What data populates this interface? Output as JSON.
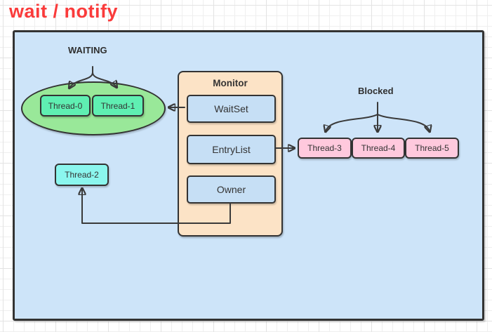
{
  "title": {
    "text": "wait / notify",
    "color": "#fa3b3b"
  },
  "board": {
    "background": "#cde4f9",
    "border_color": "#333333"
  },
  "waiting_group": {
    "label": "WAITING",
    "ellipse_color": "#99e899",
    "thread_color": "#5fefb2",
    "threads": [
      {
        "label": "Thread-0"
      },
      {
        "label": "Thread-1"
      }
    ]
  },
  "monitor": {
    "label": "Monitor",
    "background": "#fce3c6",
    "slot_color": "#c6dff5",
    "slots": [
      {
        "label": "WaitSet"
      },
      {
        "label": "EntryList"
      },
      {
        "label": "Owner"
      }
    ]
  },
  "blocked_group": {
    "label": "Blocked",
    "thread_color": "#ffc9dd",
    "threads": [
      {
        "label": "Thread-3"
      },
      {
        "label": "Thread-4"
      },
      {
        "label": "Thread-5"
      }
    ]
  },
  "owner_thread": {
    "label": "Thread-2",
    "color": "#8bf6ee"
  },
  "connections": [
    {
      "from": "WaitSet",
      "to": "WAITING ellipse"
    },
    {
      "from": "EntryList",
      "to": "Thread-3"
    },
    {
      "from": "Owner",
      "to": "Thread-2"
    },
    {
      "from": "WAITING label",
      "to": "Thread-0, Thread-1"
    },
    {
      "from": "Blocked label",
      "to": "Thread-3, Thread-4, Thread-5"
    }
  ]
}
